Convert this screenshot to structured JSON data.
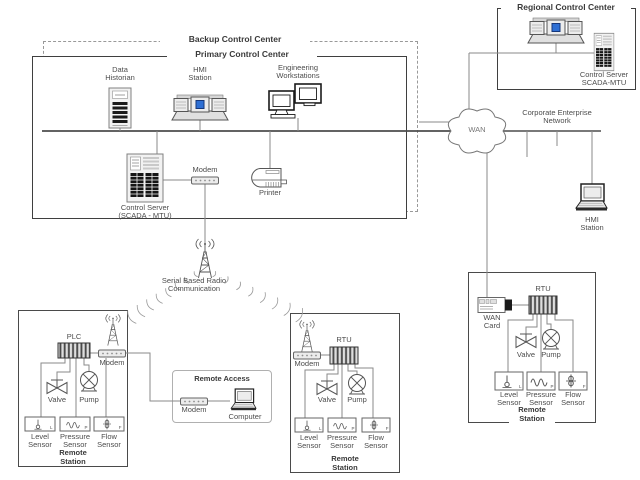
{
  "backup_center": {
    "title": "Backup Control Center"
  },
  "primary_center": {
    "title": "Primary Control Center",
    "data_historian": "Data Historian",
    "hmi_station": "HMI Station",
    "engineering_workstations": "Engineering Workstations",
    "control_server": "Control Server (SCADA - MTU)",
    "modem": "Modem",
    "printer": "Printer"
  },
  "regional_center": {
    "title": "Regional Control Center",
    "control_server": "Control Server SCADA-MTU"
  },
  "wan": {
    "label": "WAN"
  },
  "corporate_network": {
    "label": "Corporate Enterprise Network",
    "hmi_station": "HMI Station"
  },
  "radio_link": {
    "label": "Serial Based Radio Communication"
  },
  "remote_access": {
    "title": "Remote Access",
    "modem": "Modem",
    "computer": "Computer"
  },
  "remote_station_plc": {
    "title": "Remote Station",
    "controller": "PLC",
    "modem": "Modem",
    "valve": "Valve",
    "pump": "Pump",
    "sensors": [
      {
        "label": "Level Sensor",
        "tag": "L"
      },
      {
        "label": "Pressure Sensor",
        "tag": "P"
      },
      {
        "label": "Flow Sensor",
        "tag": "F"
      }
    ]
  },
  "remote_station_rtu": {
    "title": "Remote Station",
    "controller": "RTU",
    "modem": "Modem",
    "valve": "Valve",
    "pump": "Pump",
    "sensors": [
      {
        "label": "Level Sensor",
        "tag": "L"
      },
      {
        "label": "Pressure Sensor",
        "tag": "P"
      },
      {
        "label": "Flow Sensor",
        "tag": "F"
      }
    ]
  },
  "remote_station_wan": {
    "title": "Remote Station",
    "controller": "RTU",
    "wan_card": "WAN Card",
    "valve": "Valve",
    "pump": "Pump",
    "sensors": [
      {
        "label": "Level Sensor",
        "tag": "L"
      },
      {
        "label": "Pressure Sensor",
        "tag": "P"
      },
      {
        "label": "Flow Sensor",
        "tag": "F"
      }
    ]
  },
  "colors": {
    "accent_blue": "#2e6fd4",
    "line_gray": "#8a8a8a",
    "dark": "#3f3f3f"
  }
}
